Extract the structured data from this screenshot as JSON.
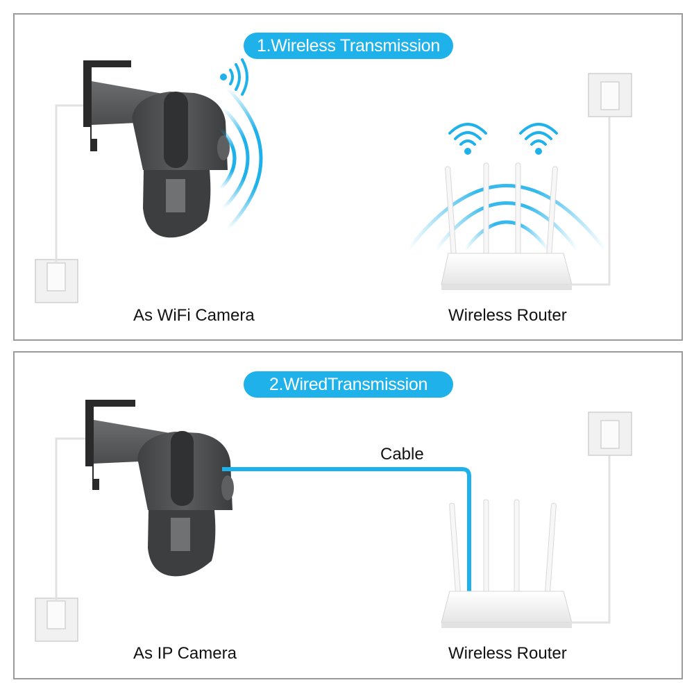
{
  "panels": [
    {
      "title": "1.Wireless Transmission",
      "camera_caption": "As WiFi Camera",
      "router_caption": "Wireless Router"
    },
    {
      "title": "2.WiredTransmission",
      "camera_caption": "As IP Camera",
      "router_caption": "Wireless Router",
      "cable_label": "Cable"
    }
  ],
  "colors": {
    "accent": "#1fb1ea",
    "border": "#9a9a9a",
    "camera_body": "#4d4f51",
    "mount": "#2a2a2a",
    "router": "#f4f4f4"
  }
}
